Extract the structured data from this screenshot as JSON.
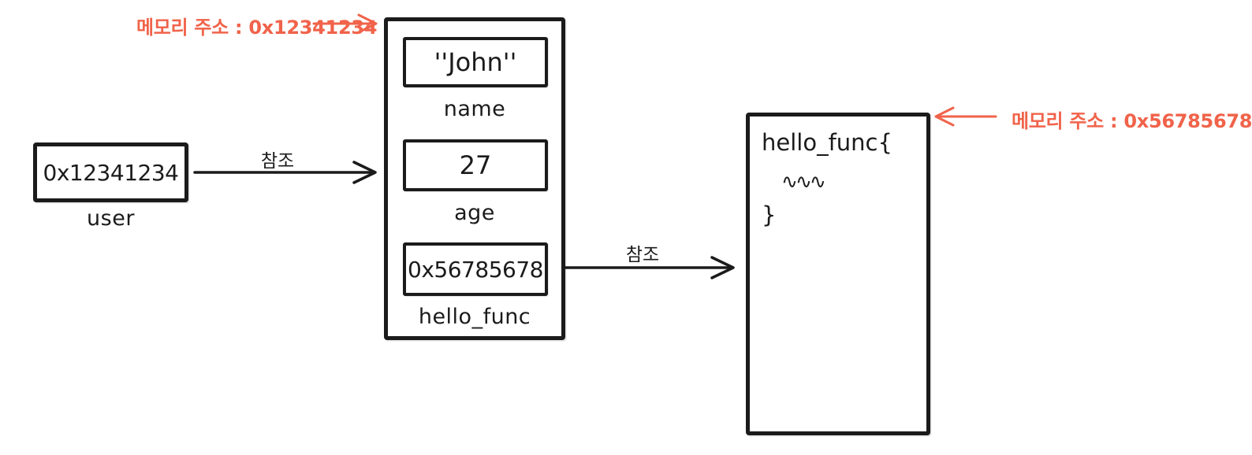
{
  "palette": {
    "ink": "#1b1b1b",
    "accent": "#f0634a"
  },
  "user_variable": {
    "value": "0x12341234",
    "label": "user"
  },
  "reference_arrows": {
    "user_to_object_label": "참조",
    "object_to_function_label": "참조"
  },
  "object_box": {
    "fields": [
      {
        "value": "''John''",
        "label": "name"
      },
      {
        "value": "27",
        "label": "age"
      },
      {
        "value": "0x56785678",
        "label": "hello_func"
      }
    ]
  },
  "function_box": {
    "line1": "hello_func{",
    "line2": "∿∿∿",
    "line3": "}"
  },
  "annotations": {
    "object_address": "메모리 주소 : 0x12341234",
    "function_address": "메모리 주소 : 0x56785678"
  }
}
